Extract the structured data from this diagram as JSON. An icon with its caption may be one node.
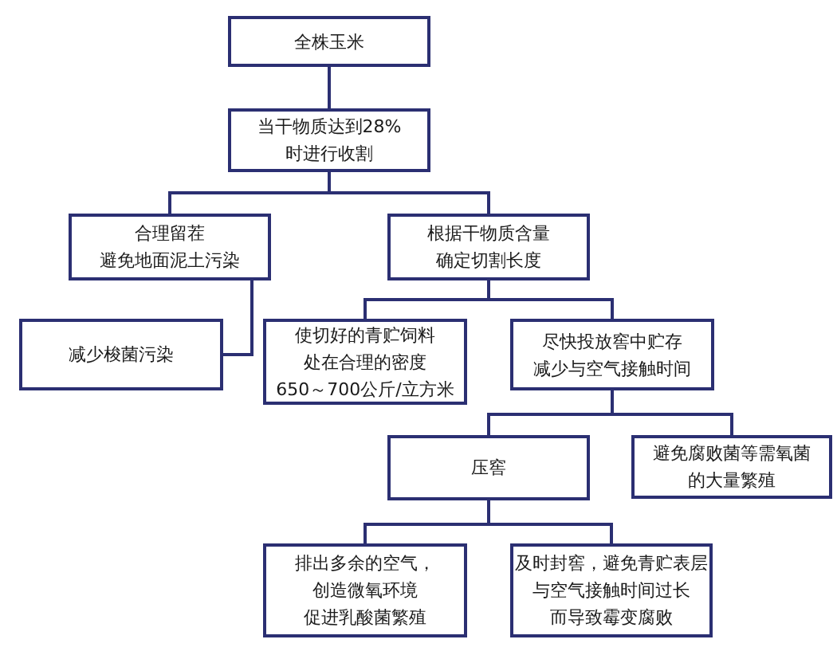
{
  "diagram": {
    "nodes": [
      {
        "text": [
          "全株玉米"
        ]
      },
      {
        "text": [
          "当干物质达到28%时进行收割"
        ]
      },
      {
        "text": [
          "合理留茬",
          "避免地面泥土污染"
        ]
      },
      {
        "text": [
          "根据干物质含量确定切割长度"
        ]
      },
      {
        "text": [
          "减少梭菌污染"
        ]
      },
      {
        "text": [
          "使切好的青贮饲料处在合理的密度650～700公斤/立方米"
        ]
      },
      {
        "text": [
          "尽快投放窖中贮存减少与空气接触时间"
        ]
      },
      {
        "text": [
          "压窖"
        ]
      },
      {
        "text": [
          "避免腐败菌等需氧菌的大量繁殖"
        ]
      },
      {
        "text": [
          "排出多余的空气，创造微氧环境促进乳酸菌繁殖"
        ]
      },
      {
        "text": [
          "及时封窖，避免青贮表层与空气接触时间过长而导致霉变腐败"
        ]
      }
    ],
    "edges": [
      {
        "from": 0,
        "to": 1,
        "arrow": "none"
      },
      {
        "from": 1,
        "to": 2,
        "arrow": "none"
      },
      {
        "from": 1,
        "to": 3,
        "arrow": "none"
      },
      {
        "from": 2,
        "to": 4,
        "arrow": "none"
      },
      {
        "from": 3,
        "to": 5,
        "arrow": "none"
      },
      {
        "from": 3,
        "to": 6,
        "arrow": "none"
      },
      {
        "from": 6,
        "to": 7,
        "arrow": "none"
      },
      {
        "from": 6,
        "to": 8,
        "arrow": "none"
      },
      {
        "from": 7,
        "to": 9,
        "arrow": "none"
      },
      {
        "from": 7,
        "to": 10,
        "arrow": "none"
      }
    ]
  }
}
